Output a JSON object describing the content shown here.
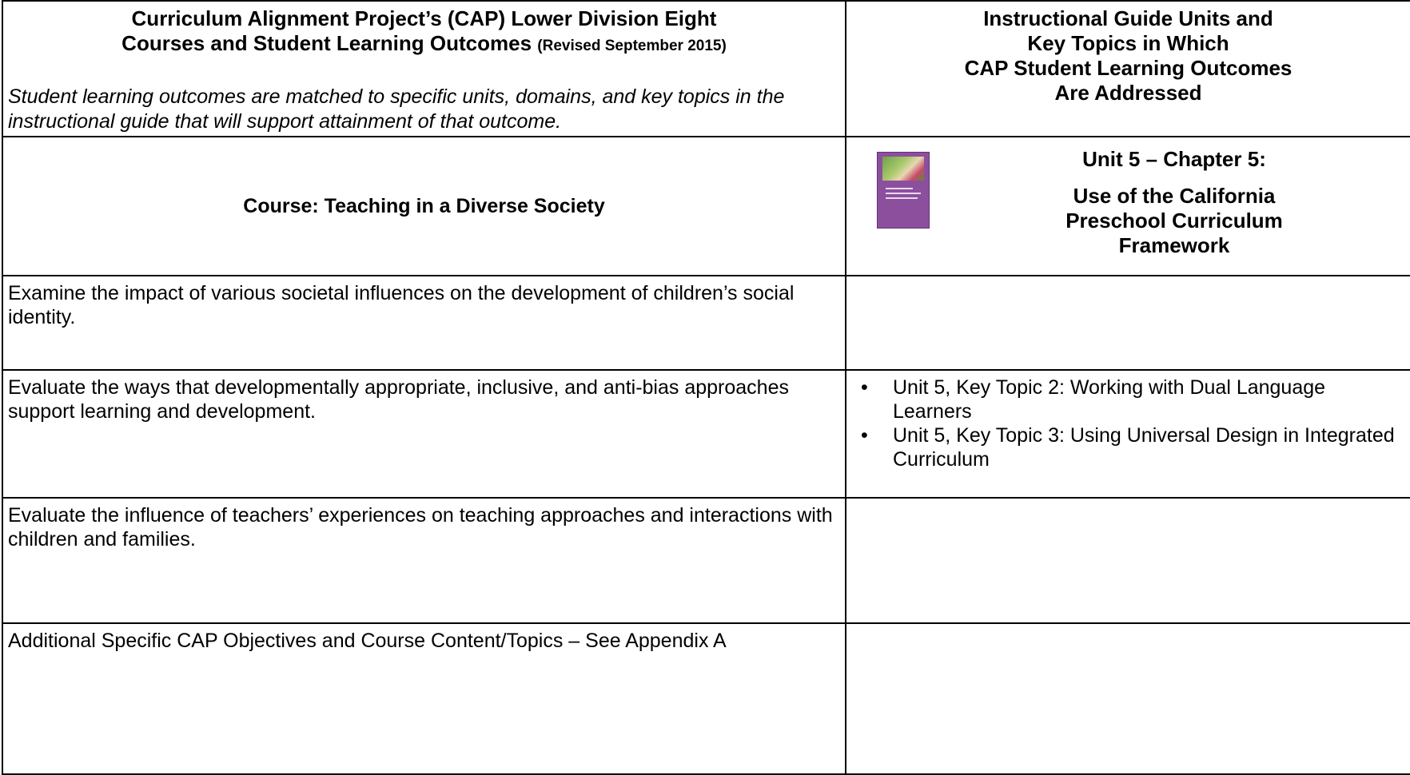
{
  "header": {
    "title_line1": "Curriculum Alignment Project’s (CAP) Lower Division Eight",
    "title_line2": "Courses and Student Learning Outcomes",
    "revised": "(Revised September 2015)",
    "note": "Student learning outcomes are matched to specific units, domains, and key topics in the instructional guide that will support attainment of that outcome.",
    "guide_heading_lines": [
      "Instructional Guide Units and",
      "Key Topics in Which",
      "CAP Student Learning Outcomes",
      "Are Addressed"
    ]
  },
  "course": {
    "label": "Course:  Teaching in a Diverse Society"
  },
  "unit": {
    "title": "Unit 5 – Chapter 5:",
    "subtitle_lines": [
      "Use of the California",
      "Preschool Curriculum",
      "Framework"
    ],
    "cover_icon": "book-cover-icon"
  },
  "outcomes": [
    {
      "text": "Examine the impact of various societal influences on the development of children’s social identity.",
      "topics": []
    },
    {
      "text": "Evaluate the ways that developmentally appropriate, inclusive, and anti-bias approaches support learning and development.",
      "topics": [
        "Unit 5, Key Topic 2: Working with Dual Language Learners",
        "Unit 5, Key Topic 3: Using Universal Design in Integrated Curriculum"
      ]
    },
    {
      "text": "Evaluate the influence of teachers’ experiences on teaching approaches and interactions with children and families.",
      "topics": []
    },
    {
      "text": "Additional Specific CAP Objectives and Course Content/Topics – See Appendix A",
      "topics": []
    }
  ],
  "colors": {
    "border": "#000000",
    "cover": "#8c4f9e"
  }
}
